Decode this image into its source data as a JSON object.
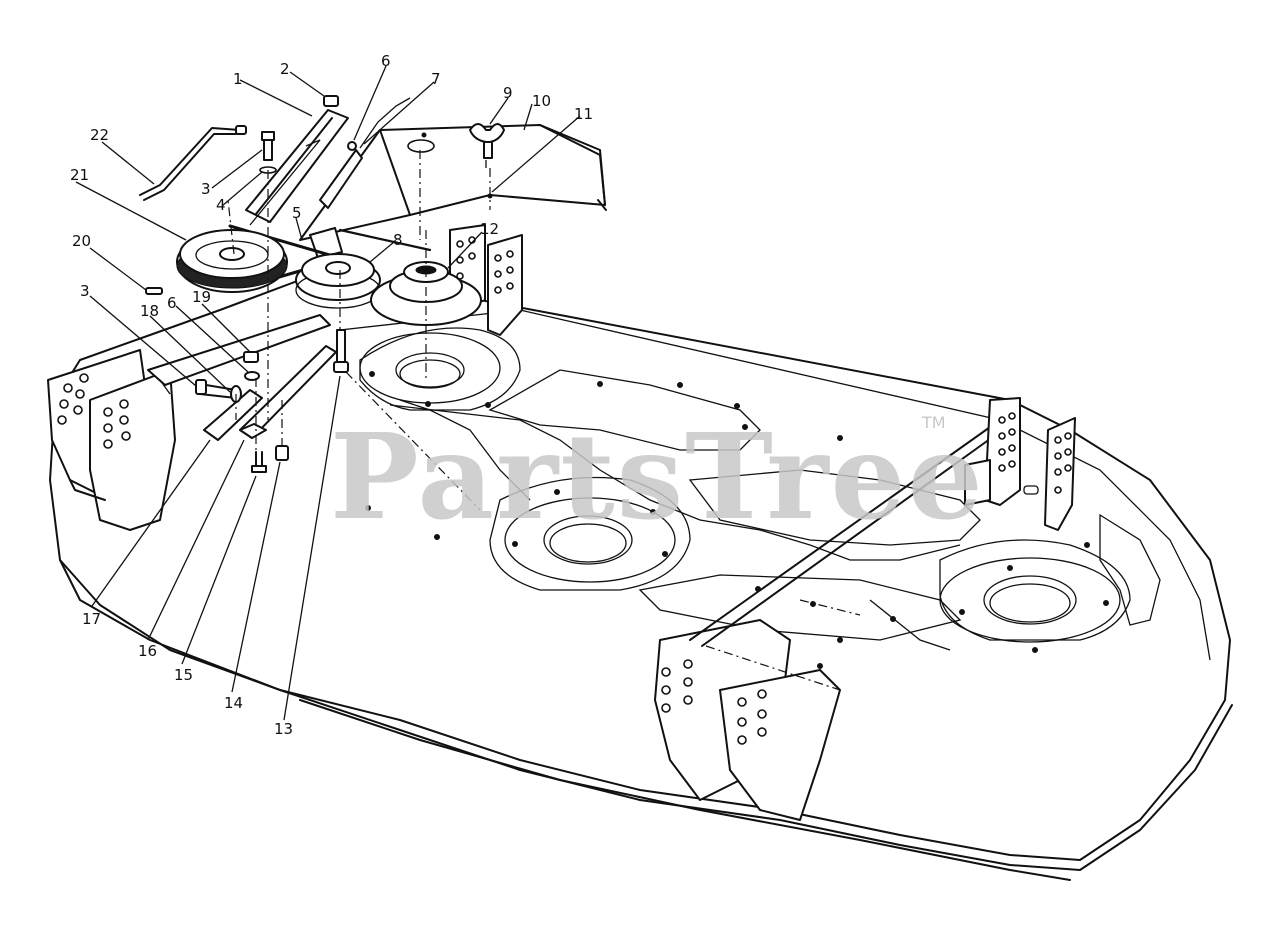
{
  "watermark": {
    "text": "PartsTree",
    "trademark": "TM"
  },
  "callouts": [
    {
      "n": "1"
    },
    {
      "n": "2"
    },
    {
      "n": "6"
    },
    {
      "n": "7"
    },
    {
      "n": "9"
    },
    {
      "n": "10"
    },
    {
      "n": "11"
    },
    {
      "n": "22"
    },
    {
      "n": "21"
    },
    {
      "n": "3"
    },
    {
      "n": "4"
    },
    {
      "n": "5"
    },
    {
      "n": "8"
    },
    {
      "n": "12"
    },
    {
      "n": "20"
    },
    {
      "n": "3"
    },
    {
      "n": "18"
    },
    {
      "n": "6"
    },
    {
      "n": "19"
    },
    {
      "n": "17"
    },
    {
      "n": "16"
    },
    {
      "n": "15"
    },
    {
      "n": "14"
    },
    {
      "n": "13"
    }
  ]
}
